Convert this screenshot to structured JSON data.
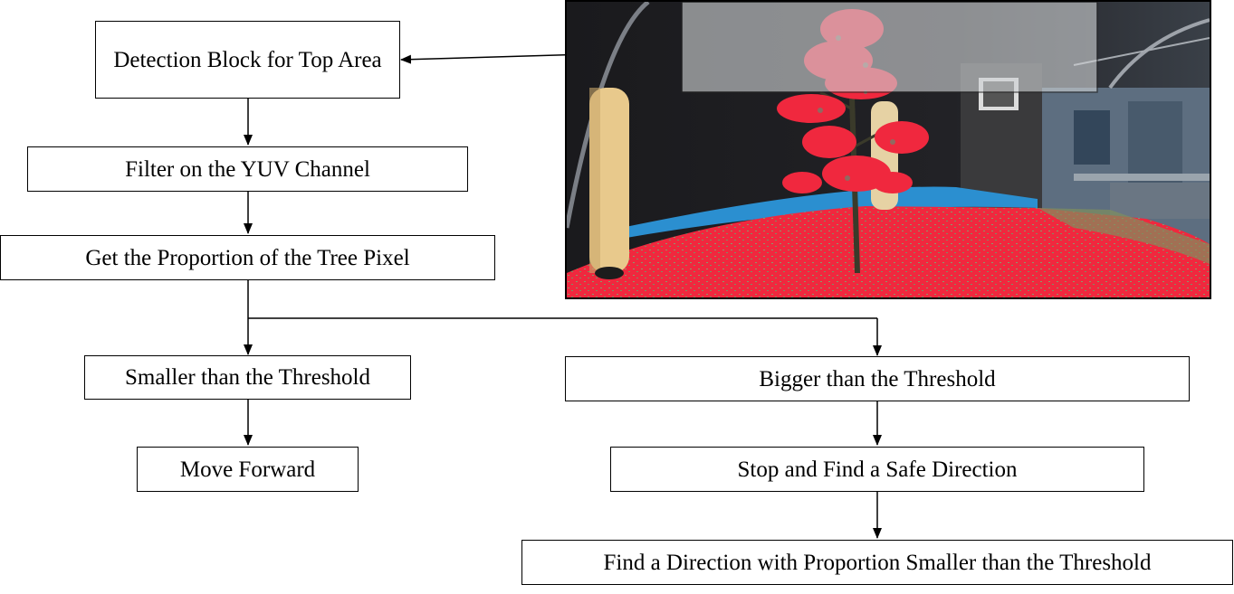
{
  "flowchart": {
    "nodes": {
      "detection_block": "Detection Block for Top Area",
      "filter_yuv": "Filter on the YUV Channel",
      "get_proportion": "Get the Proportion of the Tree Pixel",
      "smaller_threshold": "Smaller than the Threshold",
      "move_forward": "Move Forward",
      "bigger_threshold": "Bigger than the Threshold",
      "stop_find_safe": "Stop and Find a Safe Direction",
      "find_direction": "Find a Direction with Proportion Smaller than the Threshold"
    },
    "edges": [
      [
        "detection_block",
        "filter_yuv"
      ],
      [
        "filter_yuv",
        "get_proportion"
      ],
      [
        "get_proportion",
        "smaller_threshold"
      ],
      [
        "get_proportion",
        "bigger_threshold"
      ],
      [
        "smaller_threshold",
        "move_forward"
      ],
      [
        "bigger_threshold",
        "stop_find_safe"
      ],
      [
        "stop_find_safe",
        "find_direction"
      ]
    ]
  },
  "photo": {
    "depicts": "camera image with tree pixels filtered and highlighted in red; the semi-transparent top band marks the detection area",
    "highlight_color": "#ff2a45"
  }
}
